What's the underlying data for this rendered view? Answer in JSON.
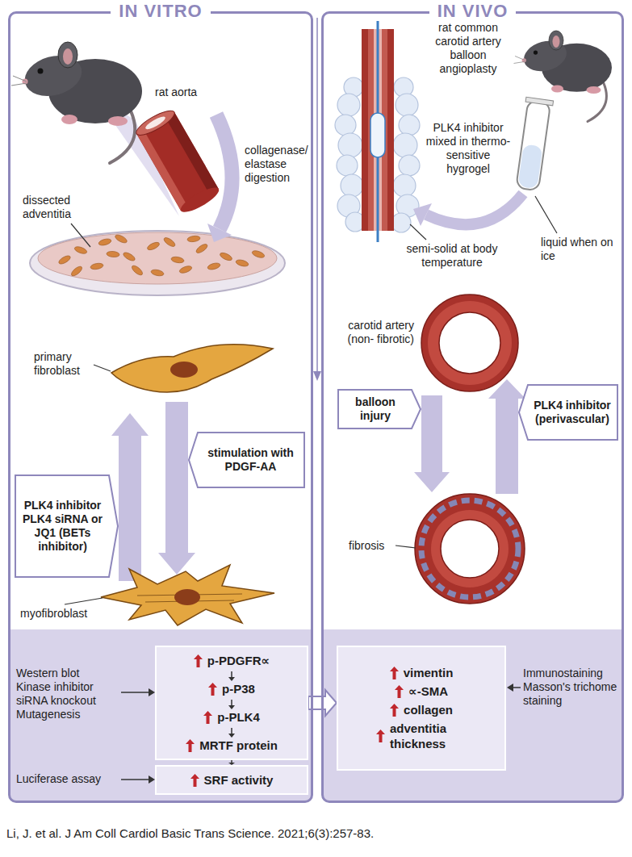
{
  "diagram": {
    "caption": "Li, J. et al. J Am Coll Cardiol Basic Trans Science. 2021;6(3):257-83.",
    "nodes": [
      {
        "text": [
          "IN VITRO"
        ]
      },
      {
        "text": [
          "PLK4 inhibitor PLK4 siRNA or JQ1 (BETs inhibitor)"
        ],
        "in": 0
      },
      {
        "text": [
          "stimulation with PDGF-AA"
        ],
        "in": 0
      },
      {
        "text": [
          "p-PDGFR∝",
          "p-P38",
          "p-PLK4",
          "MRTF protein"
        ],
        "in": 0
      },
      {
        "text": [
          "SRF activity"
        ],
        "in": 0
      },
      {
        "text": [
          "IN VIVO"
        ]
      },
      {
        "text": [
          "balloon injury"
        ],
        "in": 5
      },
      {
        "text": [
          "PLK4 inhibitor (perivascular)"
        ],
        "in": 5
      },
      {
        "text": [
          "vimentin",
          "∝-SMA",
          "collagen",
          "adventitia thickness"
        ],
        "in": 5
      }
    ],
    "edges": [
      {
        "from": 3,
        "to": 4,
        "arrow": "to"
      },
      {
        "from": 3,
        "to": 8,
        "arrow": "to"
      }
    ],
    "labels": [
      "rat aorta",
      "collagenase/ elastase digestion",
      "dissected adventitia",
      "primary fibroblast",
      "myofibroblast",
      "Western blot Kinase inhibitor siRNA knockout Mutagenesis",
      "Luciferase assay",
      "rat common carotid artery balloon angioplasty",
      "PLK4 inhibitor mixed in thermo- sensitive hygrogel",
      "semi-solid at body temperature",
      "liquid when on ice",
      "carotid artery (non- fibrotic)",
      "fibrosis",
      "Immunostaining Masson's trichome staining"
    ]
  }
}
